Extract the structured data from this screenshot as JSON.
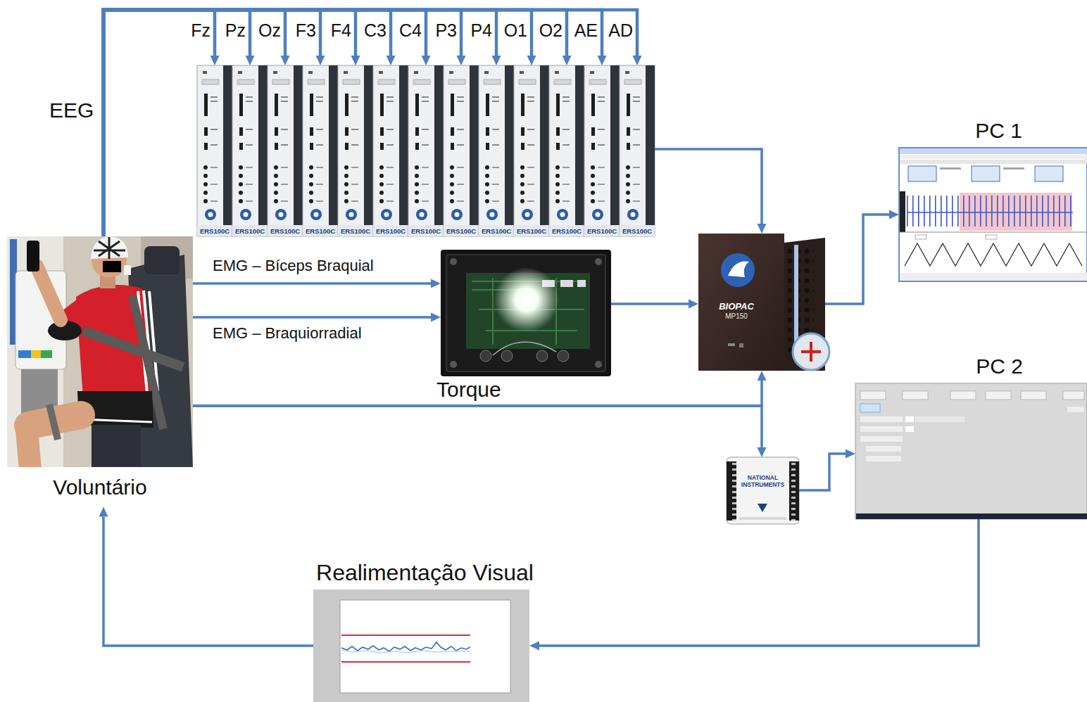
{
  "diagram": {
    "nodes": [
      {
        "text": [
          "Voluntário"
        ]
      },
      {
        "text": [
          "ERS100C"
        ]
      },
      {
        "text": [
          "ERS100C"
        ]
      },
      {
        "text": [
          "ERS100C"
        ]
      },
      {
        "text": [
          "ERS100C"
        ]
      },
      {
        "text": [
          "ERS100C"
        ]
      },
      {
        "text": [
          "ERS100C"
        ]
      },
      {
        "text": [
          "ERS100C"
        ]
      },
      {
        "text": [
          "ERS100C"
        ]
      },
      {
        "text": [
          "ERS100C"
        ]
      },
      {
        "text": [
          "ERS100C"
        ]
      },
      {
        "text": [
          "ERS100C"
        ]
      },
      {
        "text": [
          "ERS100C"
        ]
      },
      {
        "text": [
          "ERS100C"
        ]
      },
      {
        "text": [
          "Torque"
        ]
      },
      {
        "text": [
          "BIOPAC",
          "MP150"
        ]
      },
      {
        "text": [
          "PC 1"
        ]
      },
      {
        "text": [
          "NATIONAL INSTRUMENTS"
        ]
      },
      {
        "text": [
          "PC 2"
        ]
      },
      {
        "text": [
          "Realimentação Visual"
        ]
      }
    ],
    "edges": [
      {
        "from": 0,
        "to": 1,
        "arrow": "to",
        "label": "Fz"
      },
      {
        "from": 0,
        "to": 2,
        "arrow": "to",
        "label": "Pz"
      },
      {
        "from": 0,
        "to": 3,
        "arrow": "to",
        "label": "Oz"
      },
      {
        "from": 0,
        "to": 4,
        "arrow": "to",
        "label": "F3"
      },
      {
        "from": 0,
        "to": 5,
        "arrow": "to",
        "label": "F4"
      },
      {
        "from": 0,
        "to": 6,
        "arrow": "to",
        "label": "C3"
      },
      {
        "from": 0,
        "to": 7,
        "arrow": "to",
        "label": "C4"
      },
      {
        "from": 0,
        "to": 8,
        "arrow": "to",
        "label": "P3"
      },
      {
        "from": 0,
        "to": 9,
        "arrow": "to",
        "label": "P4"
      },
      {
        "from": 0,
        "to": 10,
        "arrow": "to",
        "label": "O1"
      },
      {
        "from": 0,
        "to": 11,
        "arrow": "to",
        "label": "O2"
      },
      {
        "from": 0,
        "to": 12,
        "arrow": "to",
        "label": "AE"
      },
      {
        "from": 0,
        "to": 13,
        "arrow": "to",
        "label": "AD"
      },
      {
        "from": 0,
        "to": 14,
        "arrow": "to",
        "label": "EMG – Bíceps Braquial"
      },
      {
        "from": 0,
        "to": 14,
        "arrow": "to",
        "label": "EMG – Braquiorradial"
      },
      {
        "from": 14,
        "to": 15,
        "arrow": "to"
      },
      {
        "from": 13,
        "to": 15,
        "arrow": "to"
      },
      {
        "from": 0,
        "to": 15,
        "arrow": "to"
      },
      {
        "from": 0,
        "to": 17,
        "arrow": "to"
      },
      {
        "from": 15,
        "to": 16,
        "arrow": "to"
      },
      {
        "from": 17,
        "to": 18,
        "arrow": "to"
      },
      {
        "from": 18,
        "to": 19,
        "arrow": "to"
      },
      {
        "from": 19,
        "to": 0,
        "arrow": "to"
      }
    ],
    "labels": [
      "EEG"
    ]
  }
}
